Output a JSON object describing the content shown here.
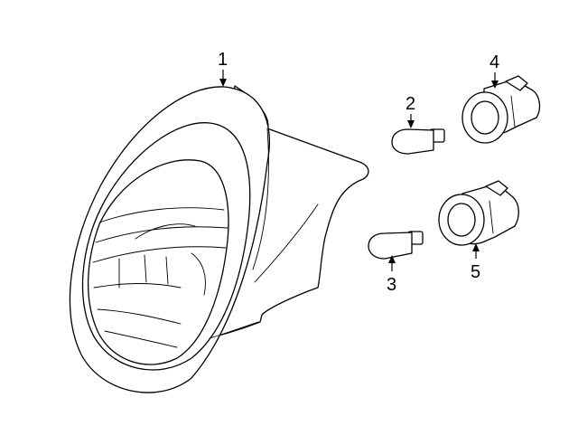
{
  "callouts": {
    "c1": "1",
    "c2": "2",
    "c3": "3",
    "c4": "4",
    "c5": "5"
  },
  "line_color": "#000000",
  "background_color": "#ffffff"
}
